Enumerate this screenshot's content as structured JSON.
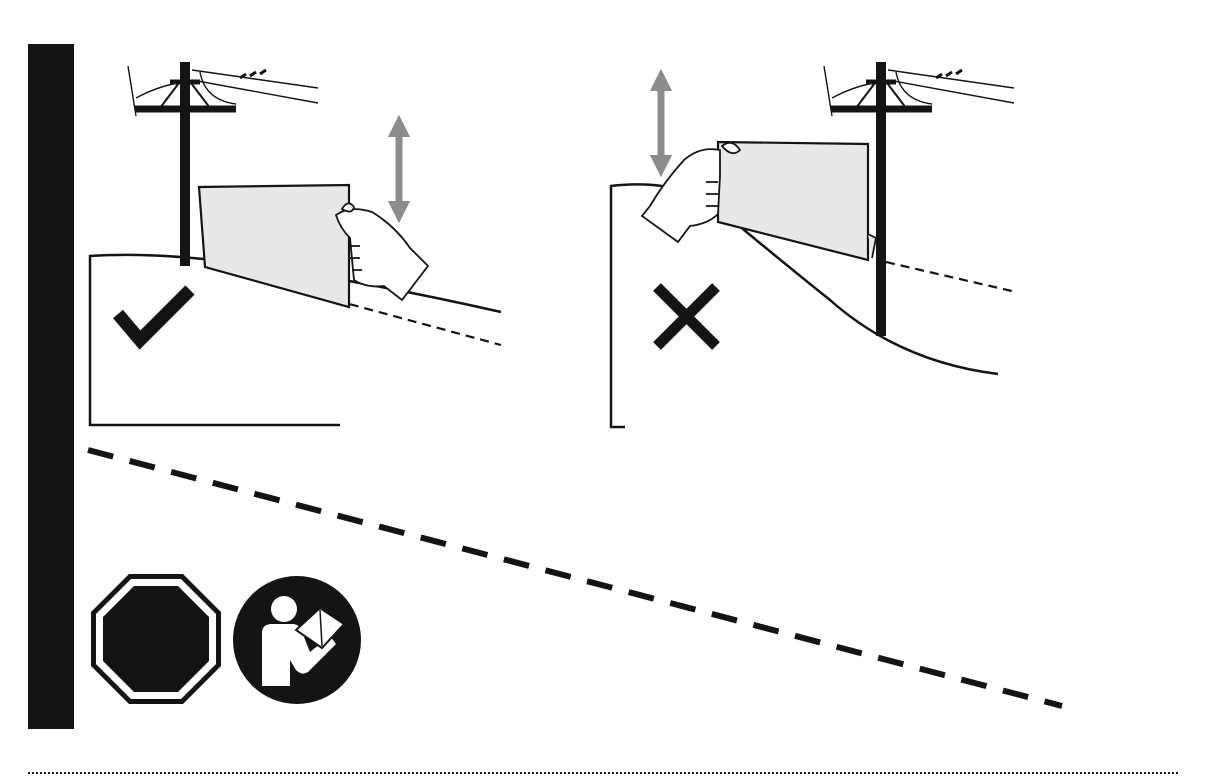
{
  "colors": {
    "ink": "#141414",
    "panel_fill": "#e8e8e8",
    "arrow_gray": "#8c8c8c",
    "background": "#ffffff"
  },
  "panels": [
    {
      "id": "correct",
      "verdict_icon": "checkmark-icon",
      "tool_icon": "height-arrow-icon"
    },
    {
      "id": "incorrect",
      "verdict_icon": "cross-icon",
      "tool_icon": "height-arrow-icon"
    }
  ],
  "safety_icons": [
    "stop-sign-icon",
    "read-manual-icon"
  ],
  "decor": {
    "sidebar": "black-sidebar-bar",
    "divider": "dashed-divider-line"
  }
}
